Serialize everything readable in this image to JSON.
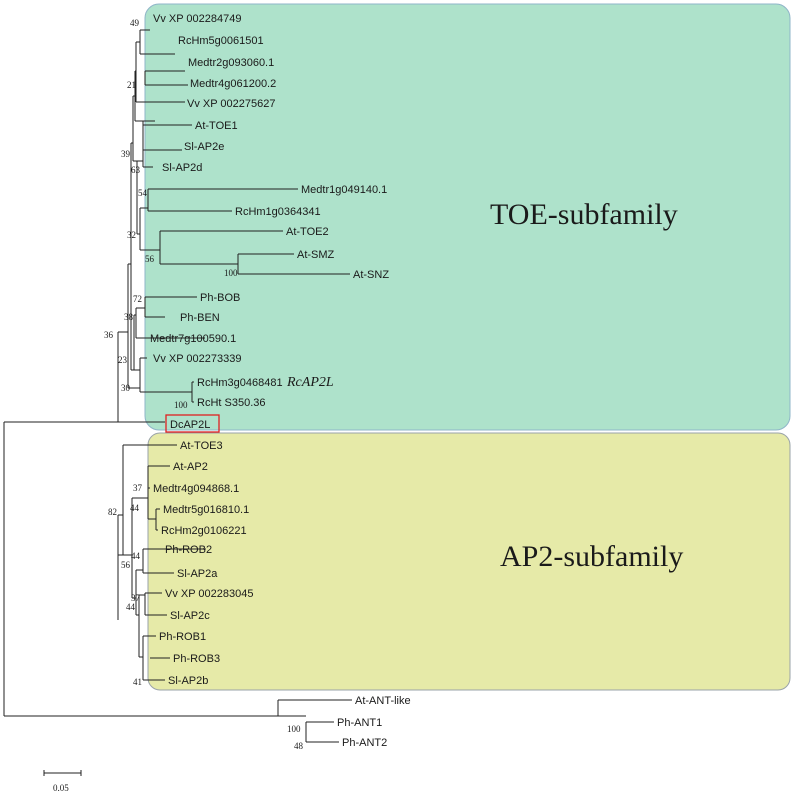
{
  "subfamilies": {
    "toe": {
      "label": "TOE-subfamily",
      "color": "#aee2cb"
    },
    "ap2": {
      "label": "AP2-subfamily",
      "color": "#e6eaa8"
    }
  },
  "highlight": {
    "label": "DcAP2L",
    "box_color": "#e02020"
  },
  "annotation": "RcAP2L",
  "scale_bar": {
    "value": "0.05"
  },
  "leaves": [
    "Vv XP 002284749",
    "RcHm5g0061501",
    "Medtr2g093060.1",
    "Medtr4g061200.2",
    "Vv XP 002275627",
    "At-TOE1",
    "Sl-AP2e",
    "Sl-AP2d",
    "Medtr1g049140.1",
    "RcHm1g0364341",
    "At-TOE2",
    "At-SMZ",
    "At-SNZ",
    "Ph-BOB",
    "Ph-BEN",
    "Medtr7g100590.1",
    "Vv XP 002273339",
    "RcHm3g0468481",
    "RcHt S350.36",
    "DcAP2L",
    "At-TOE3",
    "At-AP2",
    "Medtr4g094868.1",
    "Medtr5g016810.1",
    "RcHm2g0106221",
    "Ph-ROB2",
    "Sl-AP2a",
    "Vv XP 002283045",
    "Sl-AP2c",
    "Ph-ROB1",
    "Ph-ROB3",
    "Sl-AP2b",
    "At-ANT-like",
    "Ph-ANT1",
    "Ph-ANT2"
  ],
  "bootstrap": [
    "49",
    "21",
    "39",
    "63",
    "54",
    "32",
    "56",
    "100",
    "72",
    "38",
    "23",
    "36",
    "30",
    "100",
    "37",
    "44",
    "82",
    "44",
    "56",
    "37",
    "44",
    "41",
    "100",
    "48"
  ]
}
